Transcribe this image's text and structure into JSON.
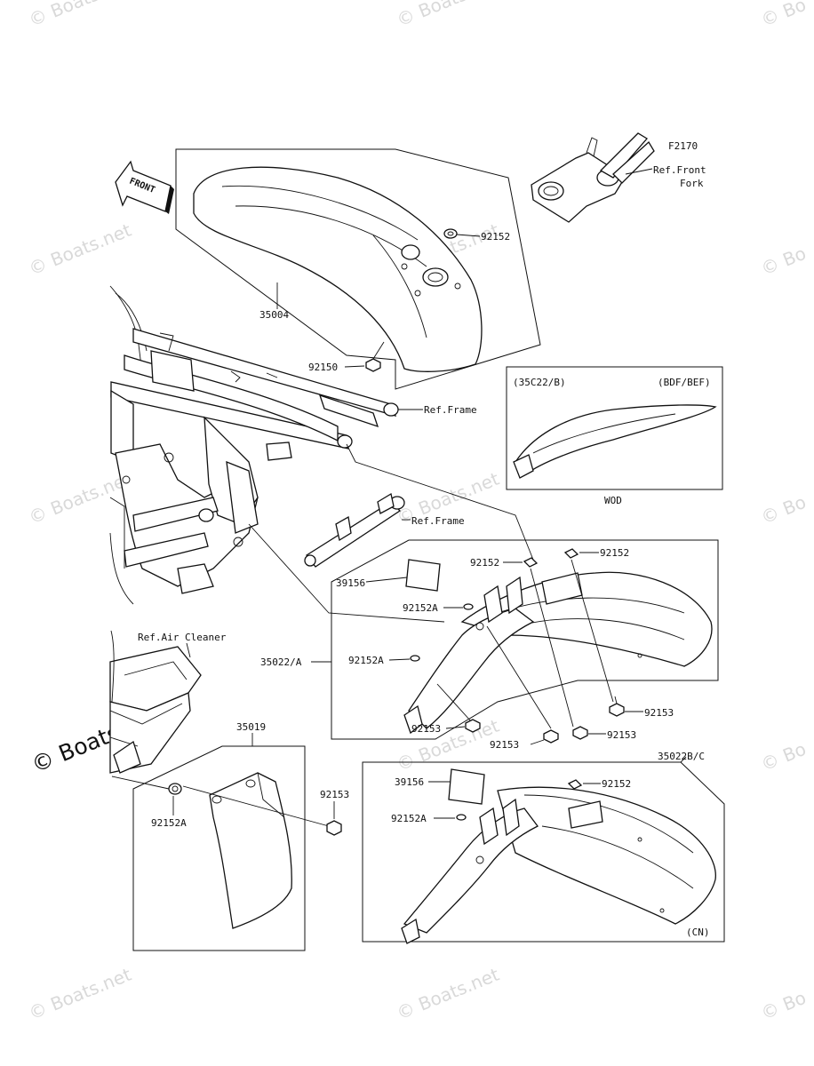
{
  "watermark": {
    "text": "© Boats.net",
    "short_text": "© Bo"
  },
  "figure_code": "F2170",
  "front_arrow": "FRONT",
  "labels": {
    "ref_front_fork_line1": "Ref.Front",
    "ref_front_fork_line2": "Fork",
    "ref_frame_upper": "Ref.Frame",
    "ref_frame_lower": "Ref.Frame",
    "ref_air_cleaner": "Ref.Air Cleaner",
    "part_35004": "35004",
    "part_92152_top": "92152",
    "part_92150": "92150",
    "part_92152_mid_left": "92152",
    "part_92152_mid_right": "92152",
    "part_39156_mid": "39156",
    "part_92152A_upper": "92152A",
    "part_35022A": "35022/A",
    "part_92152A_lower": "92152A",
    "part_92153_right": "92153",
    "part_92153_left": "92153",
    "part_92153_center": "92153",
    "part_92153_center_right": "92153",
    "part_35019": "35019",
    "part_92153_flap": "92153",
    "part_92152A_flap": "92152A",
    "part_35022BC": "35022B/C",
    "part_39156_cn": "39156",
    "part_92152_cn": "92152",
    "part_92152A_cn": "92152A",
    "inset_ref": "(35C22/B)",
    "inset_variant": "(BDF/BEF)",
    "inset_caption": "WOD",
    "cn_variant": "(CN)"
  }
}
